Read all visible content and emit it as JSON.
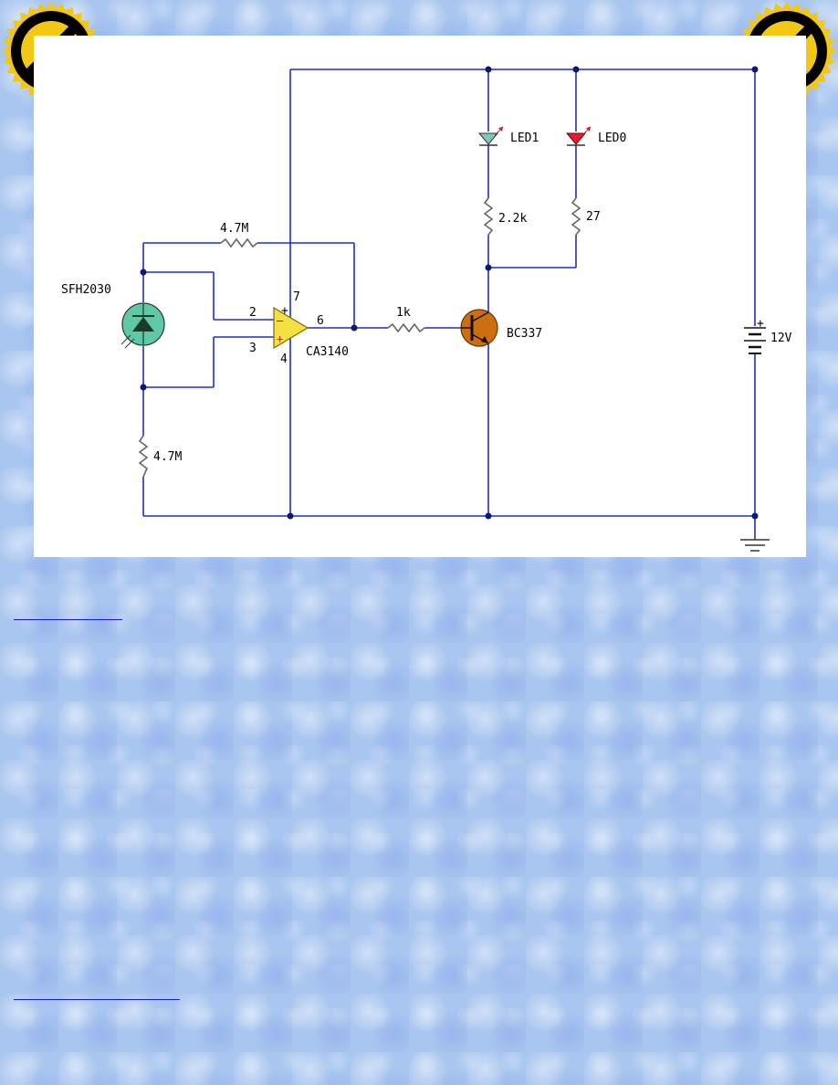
{
  "badges": {
    "left_icon": "no-entry-icon",
    "right_icon": "no-entry-icon",
    "ring_color": "#f2c814",
    "disk_color": "#000000"
  },
  "schematic": {
    "wire_color": "#1f2fc8",
    "sensor": {
      "label": "SFH2030",
      "color": "#5fc8a6"
    },
    "opamp": {
      "label": "CA3140",
      "color": "#f4e043",
      "pin_2": "2",
      "pin_3": "3",
      "pin_4": "4",
      "pin_6": "6",
      "pin_7": "7",
      "plus_sign": "+",
      "plus_input_sign": "+"
    },
    "feedback_resistor": {
      "label": "4.7M"
    },
    "bottom_resistor": {
      "label": "4.7M"
    },
    "base_resistor": {
      "label": "1k"
    },
    "transistor": {
      "label": "BC337",
      "color": "#cd6f10"
    },
    "led1": {
      "label": "LED1",
      "color": "#7ec8b8"
    },
    "led0": {
      "label": "LED0",
      "color": "#e01d35"
    },
    "led1_resistor": {
      "label": "2.2k"
    },
    "led0_resistor": {
      "label": "27"
    },
    "battery": {
      "label": "12V",
      "plus_sign": "+"
    }
  },
  "links": [
    {
      "text": ""
    },
    {
      "text": ""
    }
  ]
}
